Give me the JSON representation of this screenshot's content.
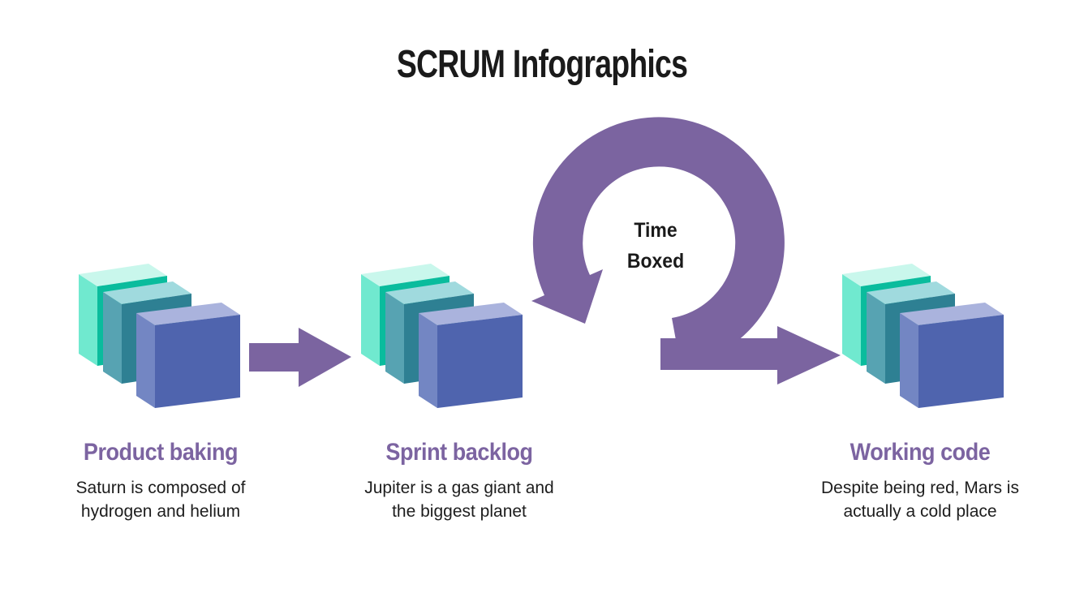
{
  "title": "SCRUM Infographics",
  "loop_label": "Time\nBoxed",
  "steps": [
    {
      "label": "Product baking",
      "caption": "Saturn is composed of\nhydrogen and helium"
    },
    {
      "label": "Sprint backlog",
      "caption": "Jupiter is a gas giant and\nthe biggest planet"
    },
    {
      "label": "Working code",
      "caption": "Despite being red, Mars is\nactually a cold place"
    }
  ],
  "icons": {
    "step_icon": "stacked-cubes-icon",
    "connector": "right-arrow-icon",
    "loop": "time-boxed-loop-arrow-icon"
  },
  "colors": {
    "background": "#ffffff",
    "title_text": "#1a1a1a",
    "body_text": "#1d1d1d",
    "label_purple": "#7c64a1",
    "accent_purple": "#7b64a0",
    "cube_mint_top": "#c9f7ec",
    "cube_mint_side": "#70e9cf",
    "cube_mint_front": "#0abc9d",
    "cube_teal_top": "#a0dade",
    "cube_teal_side": "#57a3b2",
    "cube_teal_front": "#2e8093",
    "cube_blue_top": "#aab3dd",
    "cube_blue_side": "#7386c3",
    "cube_blue_front": "#4f64ae"
  }
}
